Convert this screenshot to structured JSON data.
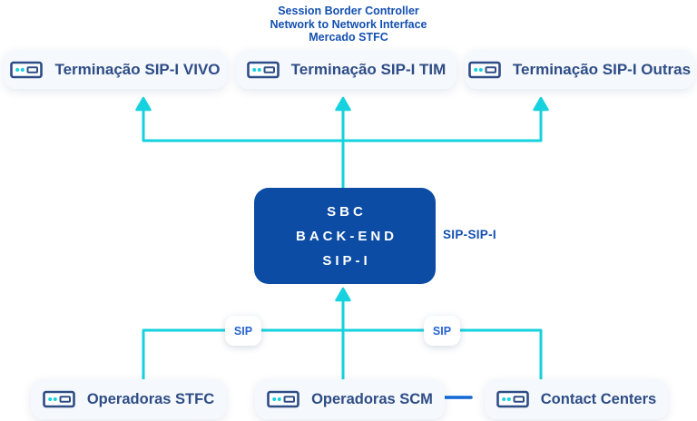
{
  "title": {
    "line1": "Session Border Controller",
    "line2": "Network to Network Interface",
    "line3": "Mercado STFC"
  },
  "top_nodes": [
    {
      "label": "Terminação SIP-I VIVO"
    },
    {
      "label": "Terminação SIP-I TIM"
    },
    {
      "label": "Terminação SIP-I Outras"
    }
  ],
  "center_node": {
    "line1": "SBC",
    "line2": "BACK-END",
    "line3": "SIP-I"
  },
  "center_side_label": "SIP-SIP-I",
  "bottom_nodes": [
    {
      "label": "Operadoras STFC"
    },
    {
      "label": "Operadoras SCM"
    },
    {
      "label": "Contact Centers"
    }
  ],
  "edge_labels": [
    {
      "label": "SIP"
    },
    {
      "label": "SIP"
    }
  ],
  "colors": {
    "accent_teal": "#15d2de",
    "primary_blue": "#0c4ca4",
    "title_blue": "#1450b0",
    "node_text": "#2e4d86",
    "node_bg": "#f5f8fc",
    "link_blue": "#1167d6",
    "badge_text": "#2563d0"
  }
}
